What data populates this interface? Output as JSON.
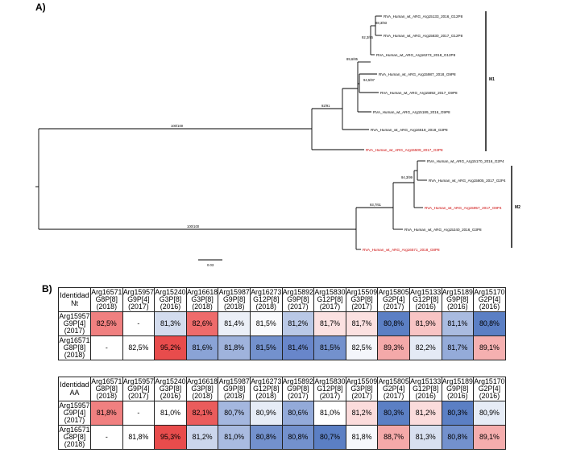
{
  "panel_a_label": "A)",
  "panel_b_label": "B)",
  "tree": {
    "leaves": [
      {
        "label": "RVA_Human_wt_ARG_Arg15133_2016_G12P8",
        "color": "#000000"
      },
      {
        "label": "RVA_Human_wt_ARG_Arg15830_2017_G12P8",
        "color": "#000000"
      },
      {
        "label": "RVA_Human_wt_ARG_Arg16273_2018_G12P8",
        "color": "#000000"
      },
      {
        "label": "RVA_Human_wt_ARG_Arg15987_2018_G9P8",
        "color": "#000000"
      },
      {
        "label": "RVA_Human_wt_ARG_Arg15892_2017_G9P8",
        "color": "#000000"
      },
      {
        "label": "RVA_Human_wt_ARG_Arg15189_2016_G9P8",
        "color": "#000000"
      },
      {
        "label": "RVA_Human_wt_ARG_Arg16618_2018_G3P8",
        "color": "#000000"
      },
      {
        "label": "RVA_Human_wt_ARG_Arg15509_2017_G3P8",
        "color": "#cc0000"
      },
      {
        "label": "RVA_Human_wt_ARG_Arg15170_2016_G2P4",
        "color": "#000000"
      },
      {
        "label": "RVA_Human_wt_ARG_Arg15805_2017_G2P4",
        "color": "#000000"
      },
      {
        "label": "RVA_Human_wt_ARG_Arg15957_2017_G9P4",
        "color": "#cc0000"
      },
      {
        "label": "RVA_Human_wt_ARG_Arg15240_2016_G3P8",
        "color": "#000000"
      },
      {
        "label": "RVA_Human_wt_ARG_Arg16571_2018_G8P8",
        "color": "#cc0000"
      }
    ],
    "bootstrap": [
      "88,3/93",
      "92,3/95",
      "89,6/85",
      "94,5/97",
      "92/91",
      "100/100",
      "94,3/99",
      "93,7/61",
      "100/100"
    ],
    "clades": [
      "M1",
      "M2"
    ],
    "scale_label": "0.03"
  },
  "table_nt": {
    "corner": [
      "Identidad",
      "Nt"
    ],
    "columns": [
      [
        "Arg16571",
        "G8P[8]",
        "(2018)"
      ],
      [
        "Arg15957",
        "G9P[4]",
        "(2017)"
      ],
      [
        "Arg15240",
        "G3P[8]",
        "(2016)"
      ],
      [
        "Arg16618",
        "G3P[8]",
        "(2018)"
      ],
      [
        "Arg15987",
        "G9P[8]",
        "(2018)"
      ],
      [
        "Arg16273",
        "G12P[8]",
        "(2018)"
      ],
      [
        "Arg15892",
        "G9P[8]",
        "(2017)"
      ],
      [
        "Arg15830",
        "G12P[8]",
        "(2017)"
      ],
      [
        "Arg15509",
        "G3P[8]",
        "(2017)"
      ],
      [
        "Arg15805",
        "G2P[4]",
        "(2017)"
      ],
      [
        "Arg15133",
        "G12P[8]",
        "(2016)"
      ],
      [
        "Arg15189",
        "G9P[8]",
        "(2016)"
      ],
      [
        "Arg15170",
        "G2P[4]",
        "(2016)"
      ]
    ],
    "rows": [
      {
        "header": [
          "Arg15957",
          "G9P[4]",
          "(2017)"
        ],
        "cells": [
          {
            "v": "82,5%",
            "c": "#f08080"
          },
          {
            "v": "-",
            "c": "#ffffff"
          },
          {
            "v": "81,3%",
            "c": "#d3dcee"
          },
          {
            "v": "82,6%",
            "c": "#ee6b6b"
          },
          {
            "v": "81,4%",
            "c": "#ebeff7"
          },
          {
            "v": "81,5%",
            "c": "#f9fafd"
          },
          {
            "v": "81,2%",
            "c": "#b9c8e6"
          },
          {
            "v": "81,7%",
            "c": "#fbe1e1"
          },
          {
            "v": "81,7%",
            "c": "#fbe1e1"
          },
          {
            "v": "80,8%",
            "c": "#5b7fc4"
          },
          {
            "v": "81,9%",
            "c": "#f8c4c4"
          },
          {
            "v": "81,1%",
            "c": "#a9bbe0"
          },
          {
            "v": "80,8%",
            "c": "#5b7fc4"
          }
        ]
      },
      {
        "header": [
          "Arg16571",
          "G8P[8]",
          "(2018)"
        ],
        "cells": [
          {
            "v": "-",
            "c": "#ffffff"
          },
          {
            "v": "82,5%",
            "c": "#ffffff"
          },
          {
            "v": "95,2%",
            "c": "#e84c4c"
          },
          {
            "v": "81,6%",
            "c": "#8aa3d6"
          },
          {
            "v": "81,8%",
            "c": "#9fb3dc"
          },
          {
            "v": "81,5%",
            "c": "#7391cd"
          },
          {
            "v": "81,4%",
            "c": "#6886ca"
          },
          {
            "v": "81,5%",
            "c": "#7391cd"
          },
          {
            "v": "82,5%",
            "c": "#f4f6fb"
          },
          {
            "v": "89,3%",
            "c": "#f4a9a9"
          },
          {
            "v": "82,2%",
            "c": "#e4eaf5"
          },
          {
            "v": "81,7%",
            "c": "#94abd9"
          },
          {
            "v": "89,1%",
            "c": "#f5b0b0"
          }
        ]
      }
    ]
  },
  "table_aa": {
    "corner": [
      "Identidad",
      "AA"
    ],
    "columns": [
      [
        "Arg16571",
        "G8P[8]",
        "(2018)"
      ],
      [
        "Arg15957",
        "G9P[4]",
        "(2017)"
      ],
      [
        "Arg15240",
        "G3P[8]",
        "(2016)"
      ],
      [
        "Arg16618",
        "G3P[8]",
        "(2018)"
      ],
      [
        "Arg15987",
        "G9P[8]",
        "(2018)"
      ],
      [
        "Arg16273",
        "G12P[8]",
        "(2018)"
      ],
      [
        "Arg15892",
        "G9P[8]",
        "(2017)"
      ],
      [
        "Arg15830",
        "G12P[8]",
        "(2017)"
      ],
      [
        "Arg15509",
        "G3P[8]",
        "(2017)"
      ],
      [
        "Arg15805",
        "G2P[4]",
        "(2017)"
      ],
      [
        "Arg15133",
        "G12P[8]",
        "(2016)"
      ],
      [
        "Arg15189",
        "G9P[8]",
        "(2016)"
      ],
      [
        "Arg15170",
        "G2P[4]",
        "(2016)"
      ]
    ],
    "rows": [
      {
        "header": [
          "Arg15957",
          "G9P[4]",
          "(2017)"
        ],
        "cells": [
          {
            "v": "81,8%",
            "c": "#f08080"
          },
          {
            "v": "-",
            "c": "#ffffff"
          },
          {
            "v": "81,0%",
            "c": "#ffffff"
          },
          {
            "v": "82,1%",
            "c": "#ea5c5c"
          },
          {
            "v": "80,7%",
            "c": "#a4b7df"
          },
          {
            "v": "80,9%",
            "c": "#e6ecf6"
          },
          {
            "v": "80,6%",
            "c": "#93aad9"
          },
          {
            "v": "81,0%",
            "c": "#ffffff"
          },
          {
            "v": "81,2%",
            "c": "#fbdcdc"
          },
          {
            "v": "80,3%",
            "c": "#5b7fc4"
          },
          {
            "v": "81,2%",
            "c": "#fbdcdc"
          },
          {
            "v": "80,3%",
            "c": "#5b7fc4"
          },
          {
            "v": "80,9%",
            "c": "#e6ecf6"
          }
        ]
      },
      {
        "header": [
          "Arg16571",
          "G8P[8]",
          "(2018)"
        ],
        "cells": [
          {
            "v": "-",
            "c": "#ffffff"
          },
          {
            "v": "81,8%",
            "c": "#ffffff"
          },
          {
            "v": "95,3%",
            "c": "#e84c4c"
          },
          {
            "v": "81,2%",
            "c": "#cbd6ec"
          },
          {
            "v": "81,0%",
            "c": "#a9bbe0"
          },
          {
            "v": "80,8%",
            "c": "#7391cd"
          },
          {
            "v": "80,8%",
            "c": "#7391cd"
          },
          {
            "v": "80,7%",
            "c": "#5b7fc4"
          },
          {
            "v": "81,8%",
            "c": "#f6f8fc"
          },
          {
            "v": "88,7%",
            "c": "#f4a9a9"
          },
          {
            "v": "81,3%",
            "c": "#d8e0f0"
          },
          {
            "v": "80,8%",
            "c": "#7391cd"
          },
          {
            "v": "89,1%",
            "c": "#f5adad"
          }
        ]
      }
    ]
  }
}
